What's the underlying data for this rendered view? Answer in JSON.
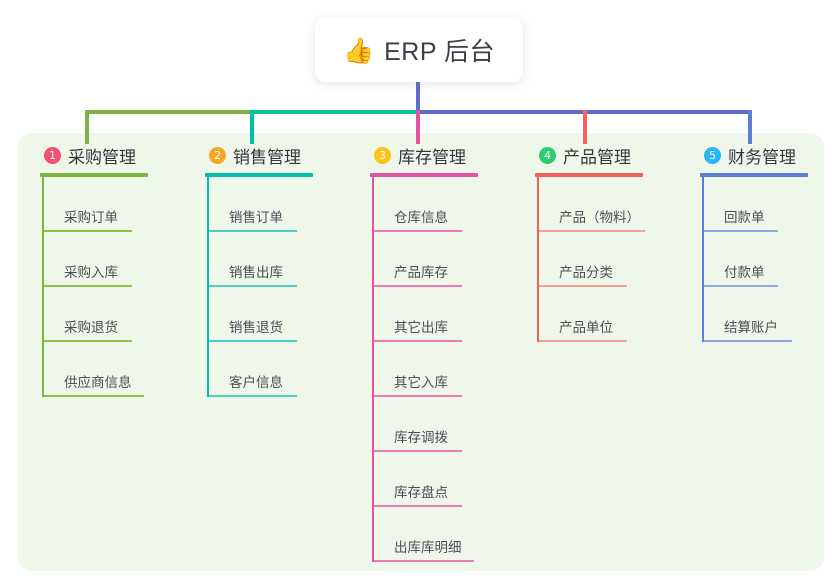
{
  "diagram": {
    "type": "mindmap-tree",
    "background_panel_color": "#eef7e9",
    "root": {
      "icon": "thumbs-up-icon",
      "emoji": "👍",
      "title": "ERP 后台",
      "connector_color": "#5b6ccd"
    },
    "trunk": {
      "segments": [
        {
          "name": "segment-green",
          "color": "#7cb342"
        },
        {
          "name": "segment-teal",
          "color": "#00bfa5"
        },
        {
          "name": "segment-purple",
          "color": "#5b6ccd"
        }
      ]
    },
    "columns": [
      {
        "index": "1",
        "title": "采购管理",
        "badge_color": "#f4516c",
        "rule_color": "#7cb342",
        "branch_color": "#7cb342",
        "items": [
          "采购订单",
          "采购入库",
          "采购退货",
          "供应商信息"
        ]
      },
      {
        "index": "2",
        "title": "销售管理",
        "badge_color": "#f5a623",
        "rule_color": "#00bfa5",
        "branch_color": "#00bfa5",
        "items": [
          "销售订单",
          "销售出库",
          "销售退货",
          "客户信息"
        ]
      },
      {
        "index": "3",
        "title": "库存管理",
        "badge_color": "#fcc419",
        "rule_color": "#e254a0",
        "branch_color": "#e254a0",
        "items": [
          "仓库信息",
          "产品库存",
          "其它出库",
          "其它入库",
          "库存调拨",
          "库存盘点",
          "出库库明细"
        ]
      },
      {
        "index": "4",
        "title": "产品管理",
        "badge_color": "#2ecc71",
        "rule_color": "#f4615c",
        "branch_color": "#f4615c",
        "items": [
          "产品（物料）",
          "产品分类",
          "产品单位"
        ]
      },
      {
        "index": "5",
        "title": "财务管理",
        "badge_color": "#29b6f6",
        "rule_color": "#5b7fd4",
        "branch_color": "#5b7fd4",
        "items": [
          "回款单",
          "付款单",
          "结算账户"
        ]
      }
    ]
  }
}
